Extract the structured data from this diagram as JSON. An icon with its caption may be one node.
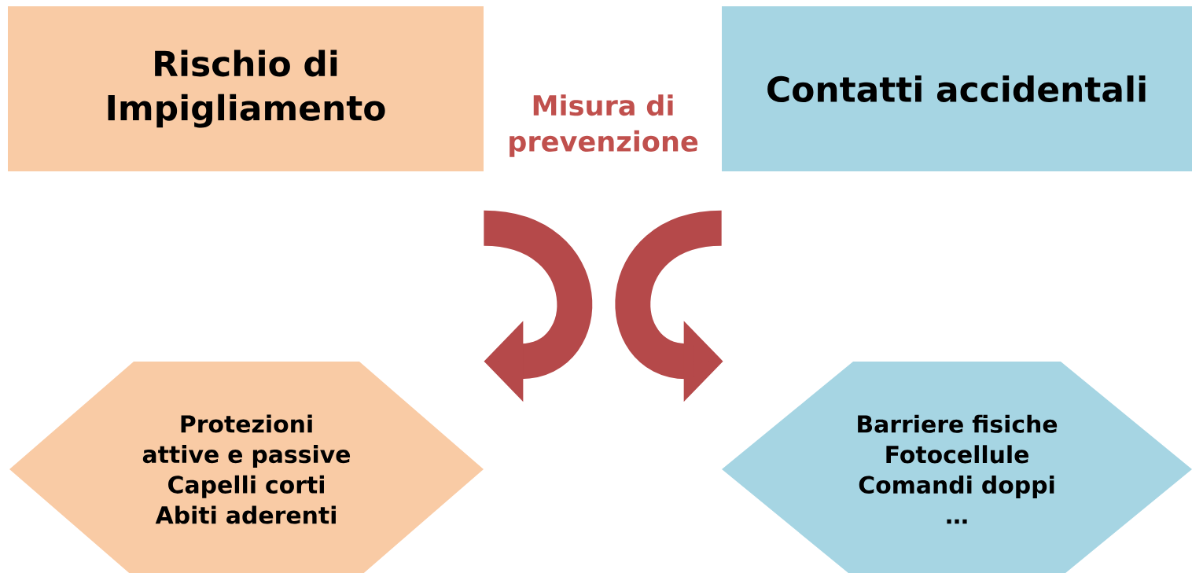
{
  "diagram": {
    "nodes": [
      {
        "text": [
          "Rischio di Impigliamento"
        ]
      },
      {
        "text": [
          "Contatti accidentali"
        ]
      },
      {
        "text": [
          "Protezioni attive e passive",
          "Capelli corti",
          "Abiti aderenti"
        ]
      },
      {
        "text": [
          "Barriere fisiche",
          "Fotocellule",
          "Comandi doppi",
          "…"
        ]
      }
    ],
    "edges": [
      {
        "from": 0,
        "to": 2,
        "arrow": "to"
      },
      {
        "from": 1,
        "to": 3,
        "arrow": "to"
      }
    ],
    "labels": [
      "Misura di prevenzione"
    ]
  }
}
